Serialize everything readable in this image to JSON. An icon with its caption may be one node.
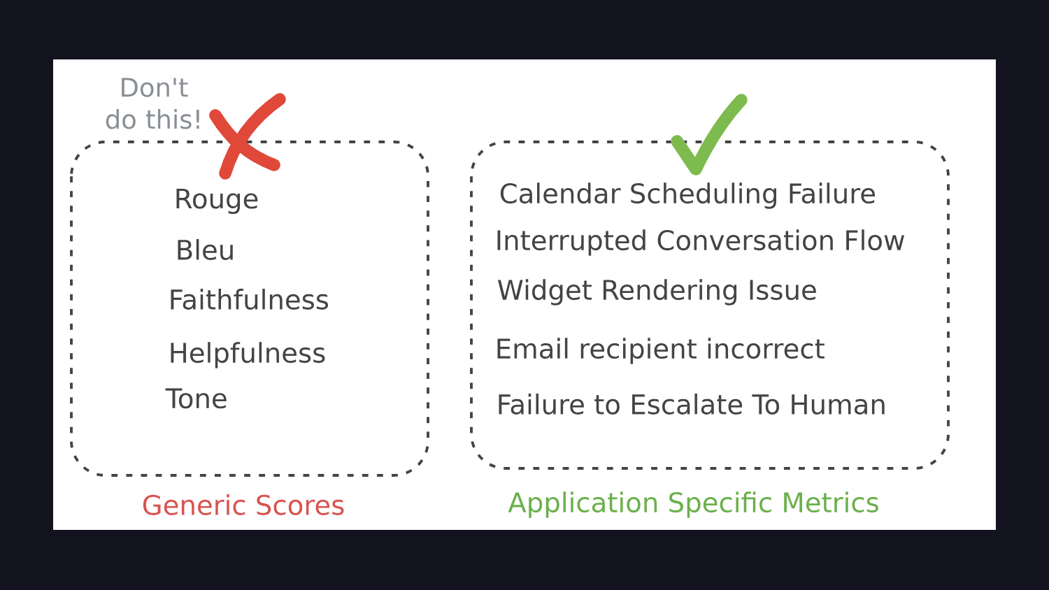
{
  "diagram": {
    "nodes": [
      {
        "text": [
          "Rouge",
          "Bleu",
          "Faithfulness",
          "Helpfulness",
          "Tone"
        ],
        "beside": [
          "Generic Scores"
        ]
      },
      {
        "text": [
          "Calendar Scheduling Failure",
          "Interrupted Conversation Flow",
          "Widget Rendering Issue",
          "Email recipient incorrect",
          "Failure to Escalate To Human"
        ],
        "beside": [
          "Application Specific Metrics"
        ]
      }
    ],
    "labels": [
      "Don't do this!"
    ]
  }
}
